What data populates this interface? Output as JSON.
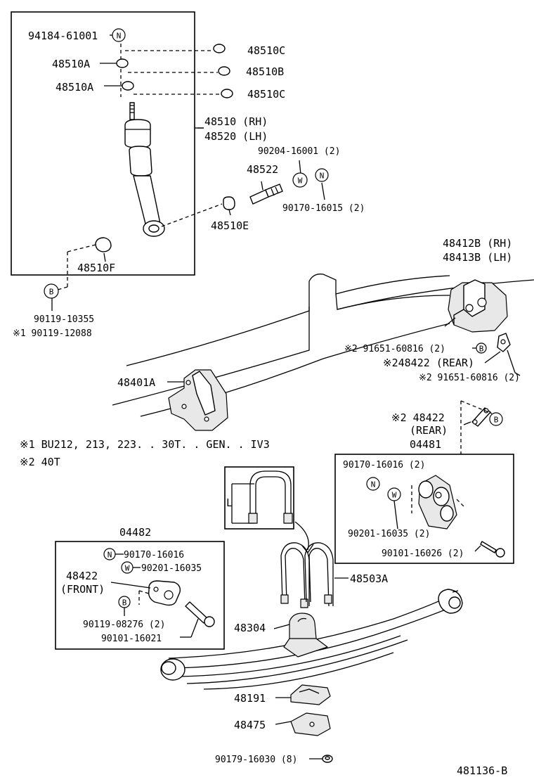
{
  "labels": {
    "p94184": "94184-61001",
    "p48510C_top": "48510C",
    "p48510A_1": "48510A",
    "p48510B": "48510B",
    "p48510A_2": "48510A",
    "p48510C_bot": "48510C",
    "p48510_rh": "48510 (RH)",
    "p48520_lh": "48520 (LH)",
    "p90204": "90204-16001 (2)",
    "p48522": "48522",
    "p90170_15": "90170-16015 (2)",
    "p48510E": "48510E",
    "p48510F": "48510F",
    "p90119_10355": "90119-10355",
    "p90119_12088": "※1 90119-12088",
    "p48412B": "48412B (RH)",
    "p48413B": "48413B (LH)",
    "p91651_a": "※2 91651-60816 (2)",
    "p48422_a": "※248422 (REAR)",
    "p91651_b": "※2 91651-60816 (2)",
    "p48401A": "48401A",
    "note1": "※1 BU212, 213, 223. . 30T. . GEN. . IV3",
    "note2": "※2 40T",
    "p48422_b": "※2 48422",
    "p48422_rear": "(REAR)",
    "p04481": "04481",
    "p90170_16016_2": "90170-16016 (2)",
    "p90201_16035_2": "90201-16035 (2)",
    "p90101_16026": "90101-16026 (2)",
    "p04482": "04482",
    "p90170_16016": "90170-16016",
    "p90201_16035": "90201-16035",
    "p48422_front_1": "48422",
    "p48422_front_2": "(FRONT)",
    "p90119_08276": "90119-08276 (2)",
    "p90101_16021": "90101-16021",
    "p48503A": "48503A",
    "p48304": "48304",
    "p48191": "48191",
    "p48475": "48475",
    "p90179": "90179-16030 (8)",
    "diagram_id": "481136-B",
    "inset_L": "L"
  },
  "symbols": {
    "N": "N",
    "W": "W",
    "B": "B"
  },
  "icons": [
    "shock-absorber-icon",
    "leaf-spring-icon",
    "u-bolt-icon",
    "spring-shackle-icon",
    "frame-rail-icon",
    "bracket-icon",
    "bolt-icon",
    "bushing-icon"
  ]
}
